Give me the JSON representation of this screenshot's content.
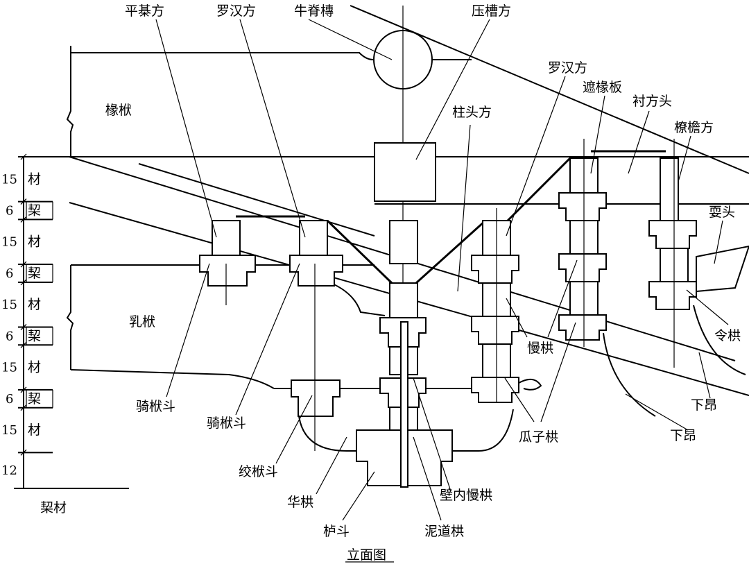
{
  "labels": {
    "pingqifang": "平棊方",
    "luohanfang_top": "罗汉方",
    "niujituan": "牛脊槫",
    "yacaofang": "压槽方",
    "luohanfang_right": "罗汉方",
    "zheyuanban": "遮椽板",
    "chenfangtou": "衬方头",
    "zhutoufang": "柱头方",
    "liaoyanfang": "橑檐方",
    "chuanfu": "椽栿",
    "shuatou": "耍头",
    "rufu": "乳栿",
    "linggong": "令栱",
    "mangong": "慢栱",
    "xiaang_1": "下昂",
    "xiaang_2": "下昂",
    "qifudou_1": "骑栿斗",
    "qifudou_2": "骑栿斗",
    "guazigong": "瓜子栱",
    "jiaofudou": "绞栿斗",
    "huagong": "华栱",
    "bineimangong": "壁内慢栱",
    "ludou": "栌斗",
    "nidaogong": "泥道栱"
  },
  "caption": "立面图",
  "scale": {
    "items": [
      {
        "num": "15",
        "unit": "材"
      },
      {
        "num": "6",
        "unit": "栔"
      },
      {
        "num": "15",
        "unit": "材"
      },
      {
        "num": "6",
        "unit": "栔"
      },
      {
        "num": "15",
        "unit": "材"
      },
      {
        "num": "6",
        "unit": "栔"
      },
      {
        "num": "15",
        "unit": "材"
      },
      {
        "num": "6",
        "unit": "栔"
      },
      {
        "num": "15",
        "unit": "材"
      },
      {
        "num": "12",
        "unit": ""
      }
    ],
    "bottom_label": "栔材"
  }
}
